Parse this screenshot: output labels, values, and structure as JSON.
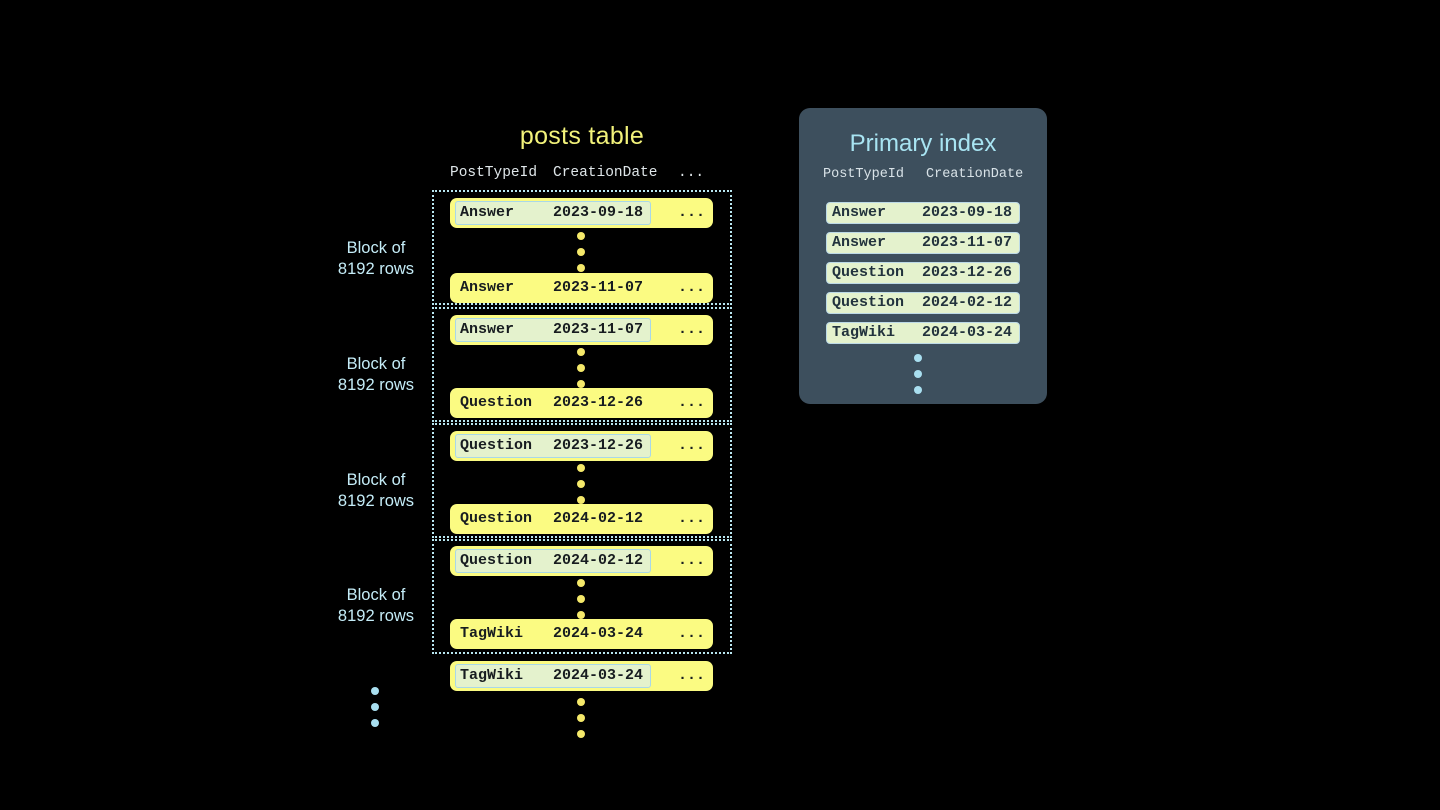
{
  "canvas": {
    "background": "#000000"
  },
  "palette": {
    "row_yellow": "#fbfb82",
    "highlight_green": "#e4f2cd",
    "highlight_border": "#a9d8e8",
    "block_border": "#b8e6f0",
    "label_blue": "#c4ecf7",
    "title_yellow": "#f2f27a",
    "panel_bg": "#3d4f5d",
    "panel_title": "#a8e4f2",
    "dot_yellow": "#f5e96a",
    "dot_blue": "#a9dff0"
  },
  "posts_table": {
    "title": "posts table",
    "columns": [
      "PostTypeId",
      "CreationDate",
      "..."
    ],
    "block_label_line1": "Block of",
    "block_label_line2": "8192 rows",
    "blocks": [
      {
        "label": "Block of 8192 rows",
        "first_row": {
          "post_type_id": "Answer",
          "creation_date": "2023-09-18",
          "rest": "...",
          "highlighted": true
        },
        "last_row": {
          "post_type_id": "Answer",
          "creation_date": "2023-11-07",
          "rest": "...",
          "highlighted": false
        }
      },
      {
        "label": "Block of 8192 rows",
        "first_row": {
          "post_type_id": "Answer",
          "creation_date": "2023-11-07",
          "rest": "...",
          "highlighted": true
        },
        "last_row": {
          "post_type_id": "Question",
          "creation_date": "2023-12-26",
          "rest": "...",
          "highlighted": false
        }
      },
      {
        "label": "Block of 8192 rows",
        "first_row": {
          "post_type_id": "Question",
          "creation_date": "2023-12-26",
          "rest": "...",
          "highlighted": true
        },
        "last_row": {
          "post_type_id": "Question",
          "creation_date": "2024-02-12",
          "rest": "...",
          "highlighted": false
        }
      },
      {
        "label": "Block of 8192 rows",
        "first_row": {
          "post_type_id": "Question",
          "creation_date": "2024-02-12",
          "rest": "...",
          "highlighted": true
        },
        "last_row": {
          "post_type_id": "TagWiki",
          "creation_date": "2024-03-24",
          "rest": "...",
          "highlighted": false
        }
      }
    ],
    "trailing_row": {
      "post_type_id": "TagWiki",
      "creation_date": "2024-03-24",
      "rest": "...",
      "highlighted": true
    },
    "trailing_ellipsis": "vertical-three-dots"
  },
  "primary_index": {
    "title": "Primary index",
    "columns": [
      "PostTypeId",
      "CreationDate"
    ],
    "entries": [
      {
        "post_type_id": "Answer",
        "creation_date": "2023-09-18"
      },
      {
        "post_type_id": "Answer",
        "creation_date": "2023-11-07"
      },
      {
        "post_type_id": "Question",
        "creation_date": "2023-12-26"
      },
      {
        "post_type_id": "Question",
        "creation_date": "2024-02-12"
      },
      {
        "post_type_id": "TagWiki",
        "creation_date": "2024-03-24"
      }
    ],
    "trailing_ellipsis": "vertical-three-dots"
  }
}
